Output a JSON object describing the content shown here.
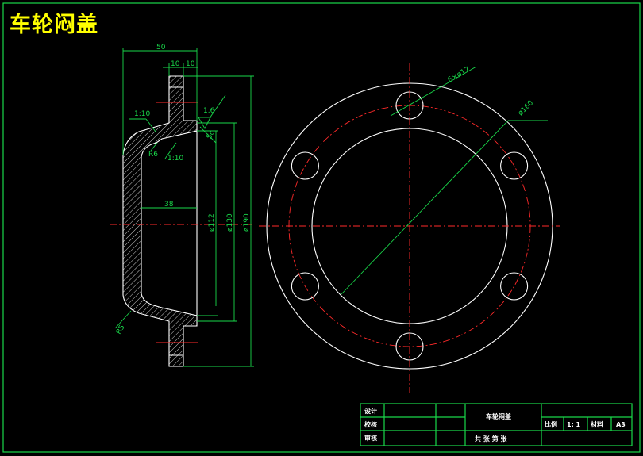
{
  "title": "车轮闷盖",
  "colors": {
    "background": "#000000",
    "frame": "#19d84a",
    "outline": "#ffffff",
    "centerline": "#ff2a2a",
    "dimension": "#19d84a",
    "title": "#ffff00"
  },
  "section_view": {
    "dims": {
      "width_total": "50",
      "flange_left": "10",
      "flange_right": "10",
      "inner_depth": "38",
      "chamfer_top": "1:10",
      "chamfer_inner": "1:10",
      "radius_inner": "R6",
      "radius_outer": "R5",
      "roughness": "1.6",
      "roughness_note": "Sc",
      "dia_inner": "ø112",
      "dia_mid": "ø130",
      "dia_outer": "ø190"
    }
  },
  "end_view": {
    "dims": {
      "holes": "6×ø17",
      "pitch_circle": "ø160"
    }
  },
  "title_block": {
    "design": "设计",
    "check": "校核",
    "review": "审核",
    "part_name": "车轮闷盖",
    "sheets": "共 张  第 张",
    "scale_label": "比例",
    "scale_value": "1: 1",
    "material_label": "材料",
    "material_value": "A3"
  }
}
